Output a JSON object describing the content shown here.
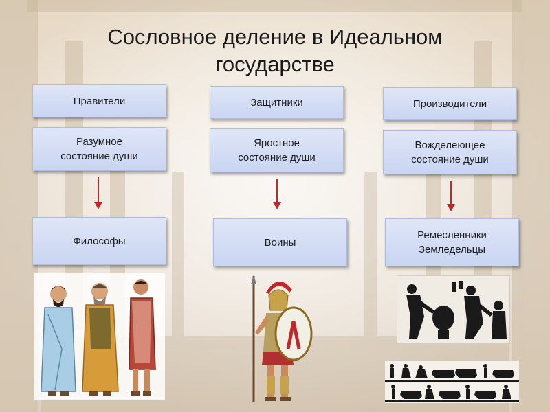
{
  "title": "Сословное деление в Идеальном государстве",
  "estates": [
    {
      "name": "Правители",
      "soul": "Разумное\nсостояние души",
      "class": "Философы"
    },
    {
      "name": "Защитники",
      "soul": "Яростное\nсостояние души",
      "class": "Воины"
    },
    {
      "name": "Производители",
      "soul": "Вожделеющее\nсостояние души",
      "class": "Ремесленники\nЗемледельцы"
    }
  ],
  "colors": {
    "box_top": "#dfe6f7",
    "box_bottom": "#c9d5f2",
    "arrow": "#c0282a"
  },
  "illustrations": [
    {
      "icon": "philosophers-illustration"
    },
    {
      "icon": "hoplite-warrior-illustration"
    },
    {
      "icon": "greek-vase-craftsmen-illustration"
    },
    {
      "icon": "farmers-frieze-illustration"
    }
  ]
}
